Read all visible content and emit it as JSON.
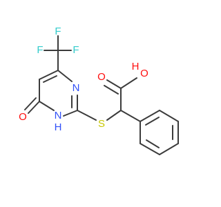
{
  "molecule": {
    "atom_labels": {
      "f_top": "F",
      "f_left": "F",
      "f_right": "F",
      "n_ring_top": "N",
      "n_ring_bottom": "N",
      "h_ring_nh": "H",
      "o_keto": "O",
      "s_thioether": "S",
      "o_carboxyl_double": "O",
      "o_carboxyl_h": "O",
      "h_carboxyl": "H"
    },
    "colors": {
      "bond": "#3b3b3b",
      "fluorine": "#33cccc",
      "nitrogen": "#3050f8",
      "oxygen": "#ff0d0d",
      "sulfur": "#c8c800",
      "hydrogen": "#3050f8"
    }
  }
}
